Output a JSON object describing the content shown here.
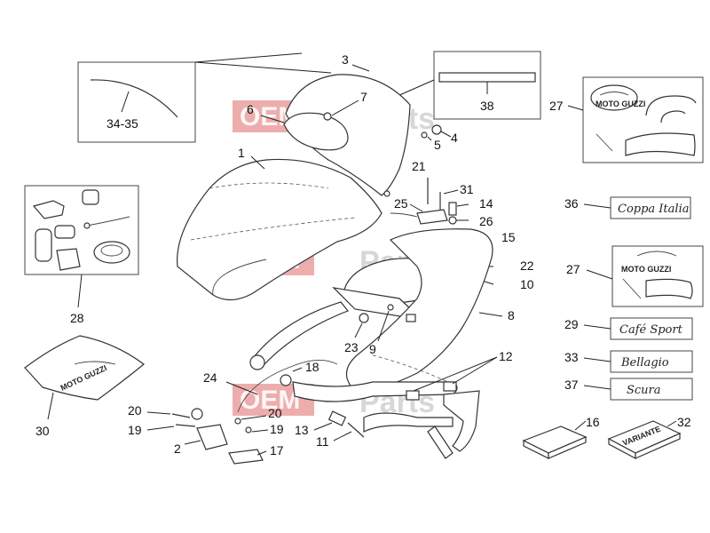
{
  "watermark": {
    "brand": "OEM",
    "suffix": "Parts"
  },
  "callouts": {
    "c1": "1",
    "c2": "2",
    "c3": "3",
    "c4": "4",
    "c5": "5",
    "c6": "6",
    "c7": "7",
    "c8": "8",
    "c9": "9",
    "c10": "10",
    "c11": "11",
    "c12": "12",
    "c13": "13",
    "c14": "14",
    "c15": "15",
    "c16": "16",
    "c17": "17",
    "c18": "18",
    "c19a": "19",
    "c19b": "19",
    "c20a": "20",
    "c20b": "20",
    "c21": "21",
    "c22": "22",
    "c23": "23",
    "c24": "24",
    "c25": "25",
    "c26": "26",
    "c27a": "27",
    "c27b": "27",
    "c28": "28",
    "c29": "29",
    "c30": "30",
    "c31": "31",
    "c32": "32",
    "c33": "33",
    "c34_35": "34-35",
    "c36": "36",
    "c37": "37",
    "c38": "38"
  },
  "decals": {
    "brand_logo": "MOTO GUZZI",
    "brand_logo_small": "MOTO GUZZI",
    "cover_logo": "MOTO GUZZI",
    "kit_label": "VARIANTE",
    "script_36": "Coppa Italia",
    "script_29": "Café Sport",
    "script_33": "Bellagio",
    "script_37": "Scura"
  }
}
